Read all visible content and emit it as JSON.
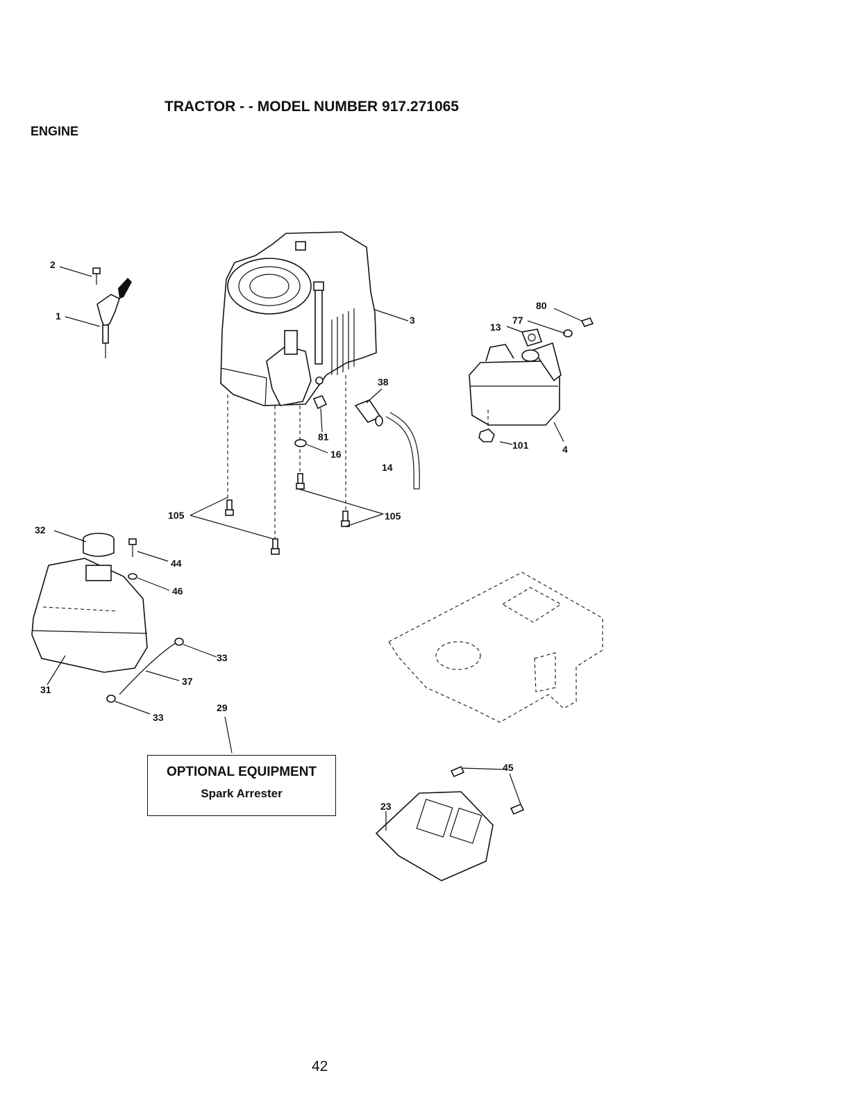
{
  "header": {
    "title": "TRACTOR - - MODEL NUMBER 917.271065",
    "section": "ENGINE"
  },
  "callouts": [
    {
      "id": "c-2",
      "label": "2"
    },
    {
      "id": "c-1",
      "label": "1"
    },
    {
      "id": "c-3",
      "label": "3"
    },
    {
      "id": "c-80",
      "label": "80"
    },
    {
      "id": "c-77",
      "label": "77"
    },
    {
      "id": "c-13",
      "label": "13"
    },
    {
      "id": "c-38",
      "label": "38"
    },
    {
      "id": "c-81",
      "label": "81"
    },
    {
      "id": "c-16",
      "label": "16"
    },
    {
      "id": "c-14",
      "label": "14"
    },
    {
      "id": "c-101",
      "label": "101"
    },
    {
      "id": "c-4",
      "label": "4"
    },
    {
      "id": "c-105a",
      "label": "105"
    },
    {
      "id": "c-105b",
      "label": "105"
    },
    {
      "id": "c-32",
      "label": "32"
    },
    {
      "id": "c-44",
      "label": "44"
    },
    {
      "id": "c-46",
      "label": "46"
    },
    {
      "id": "c-33a",
      "label": "33"
    },
    {
      "id": "c-37",
      "label": "37"
    },
    {
      "id": "c-31",
      "label": "31"
    },
    {
      "id": "c-33b",
      "label": "33"
    },
    {
      "id": "c-29",
      "label": "29"
    },
    {
      "id": "c-45",
      "label": "45"
    },
    {
      "id": "c-23",
      "label": "23"
    }
  ],
  "optional_equipment": {
    "title": "OPTIONAL EQUIPMENT",
    "item": "Spark Arrester"
  },
  "footer": {
    "page_number": "42"
  }
}
